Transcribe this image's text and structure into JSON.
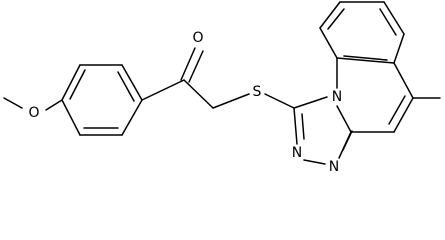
{
  "molecule": {
    "atoms": {
      "o_methoxy": "O",
      "o_carbonyl": "O",
      "s_thioether": "S",
      "n_bridge": "N",
      "n_triazole_1": "N",
      "n_triazole_2": "N"
    },
    "colors": {
      "bond": "#000000",
      "background": "#ffffff"
    }
  }
}
